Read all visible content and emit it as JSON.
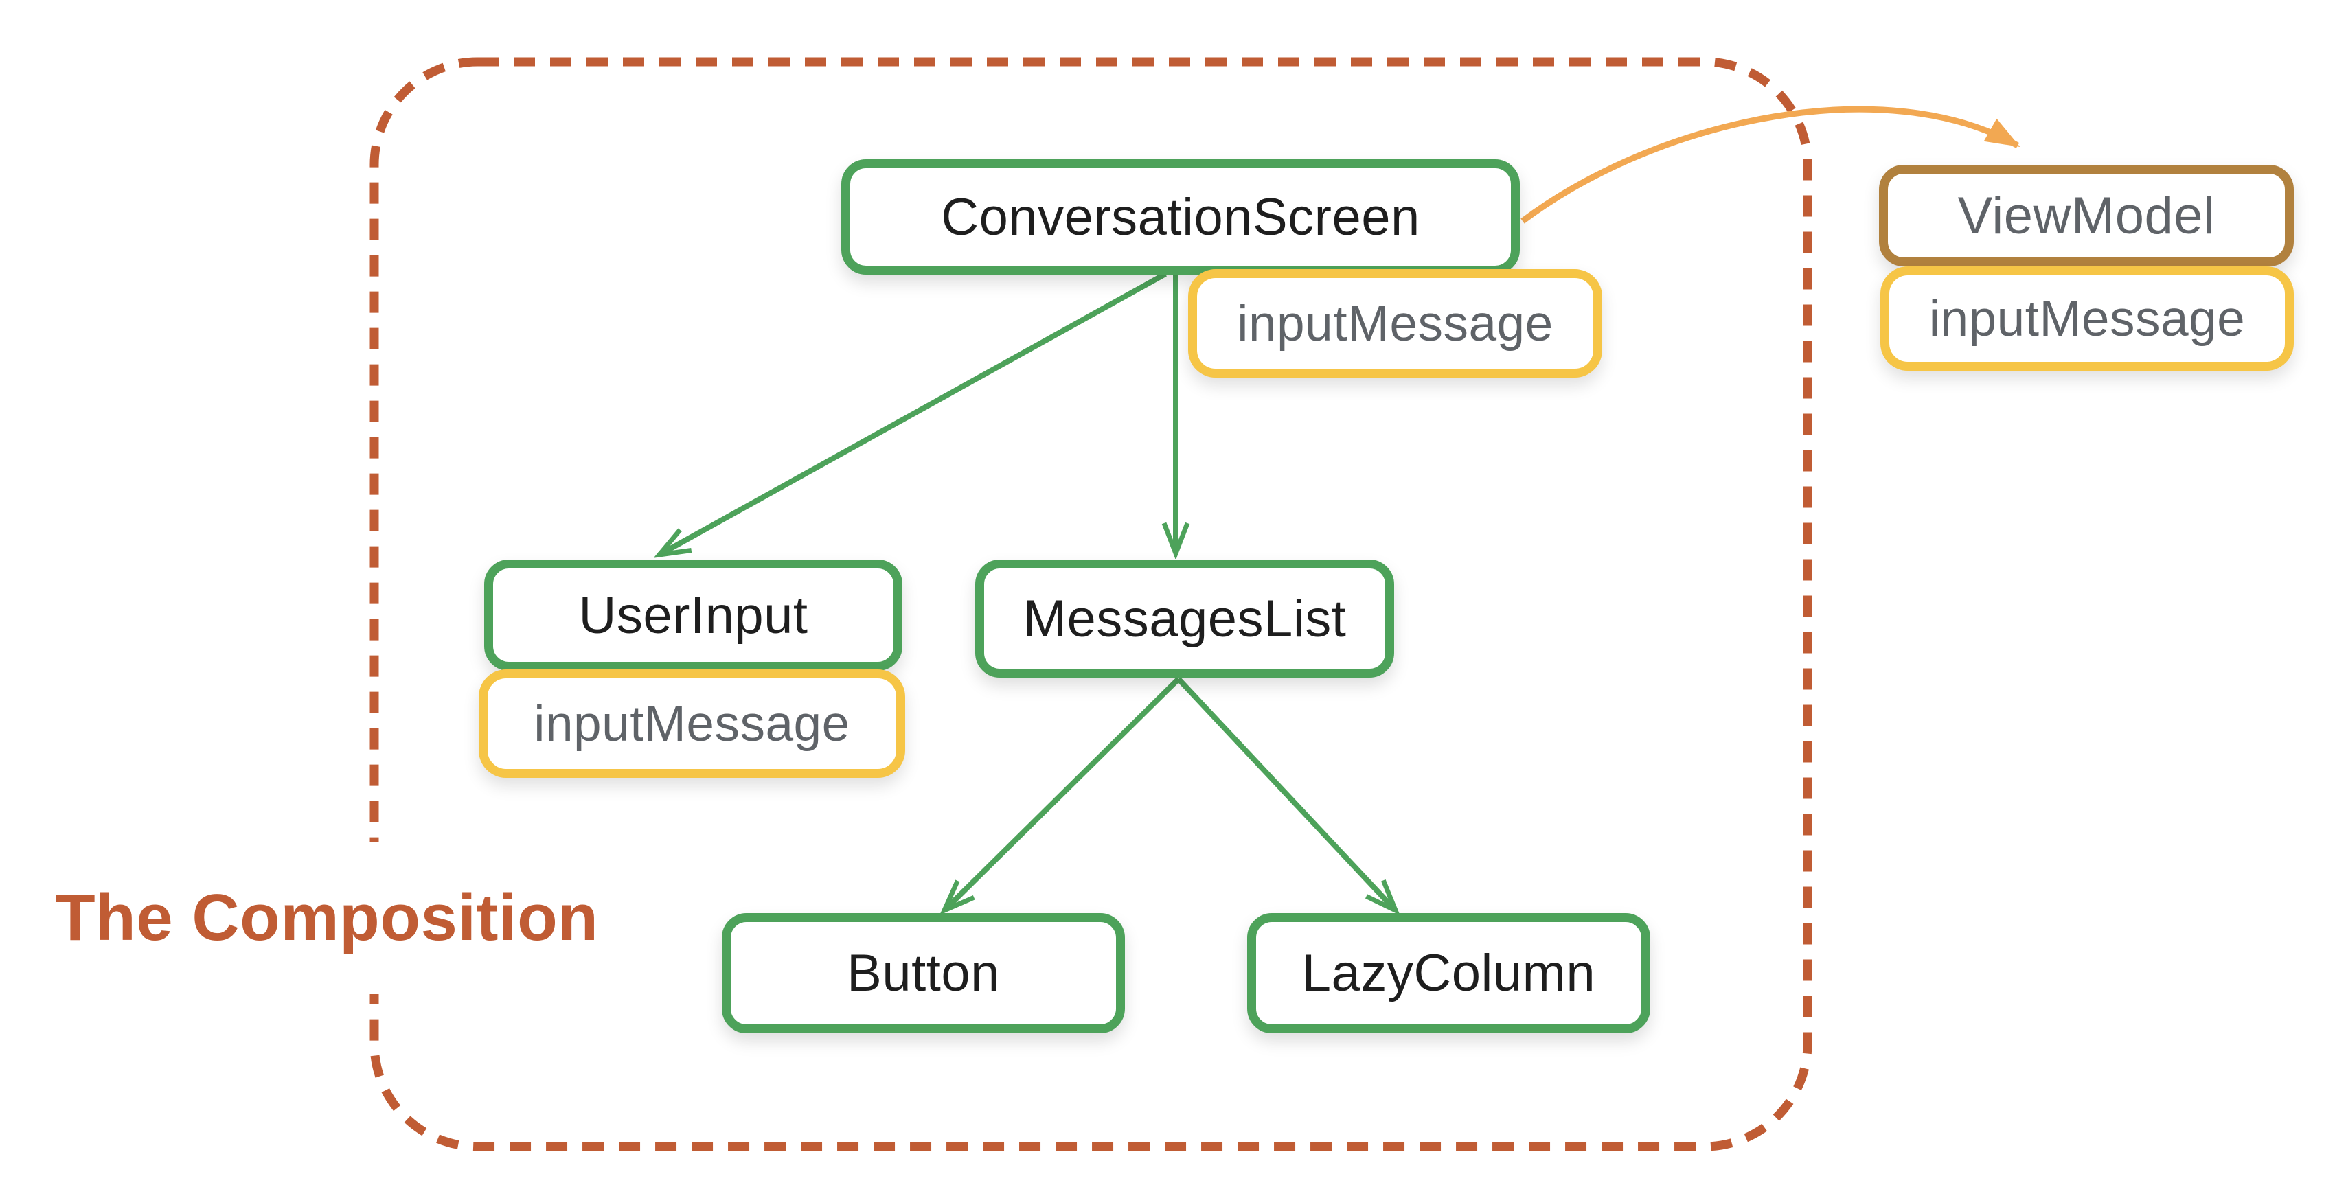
{
  "title": {
    "label": "The Composition"
  },
  "nodes": {
    "conversation_screen": {
      "label": "ConversationScreen"
    },
    "user_input": {
      "label": "UserInput"
    },
    "messages_list": {
      "label": "MessagesList"
    },
    "button": {
      "label": "Button"
    },
    "lazy_column": {
      "label": "LazyColumn"
    },
    "view_model": {
      "label": "ViewModel"
    }
  },
  "badges": {
    "conversation_screen_state": {
      "label": "inputMessage"
    },
    "user_input_state": {
      "label": "inputMessage"
    },
    "view_model_state": {
      "label": "inputMessage"
    }
  },
  "edges": [
    {
      "from": "ConversationScreen",
      "to": "UserInput"
    },
    {
      "from": "ConversationScreen",
      "to": "MessagesList"
    },
    {
      "from": "MessagesList",
      "to": "Button"
    },
    {
      "from": "MessagesList",
      "to": "LazyColumn"
    },
    {
      "from": "ConversationScreen",
      "to": "ViewModel"
    }
  ],
  "colors": {
    "node-green": "#4DA25A",
    "badge-yellow": "#F6C546",
    "viewmodel-brown": "#B1813E",
    "arrow-orange": "#F2A852",
    "boundary-brick": "#C05C34",
    "label-dark": "#1E1E1E",
    "label-gray": "#5F6368",
    "background": "#FFFFFF"
  }
}
